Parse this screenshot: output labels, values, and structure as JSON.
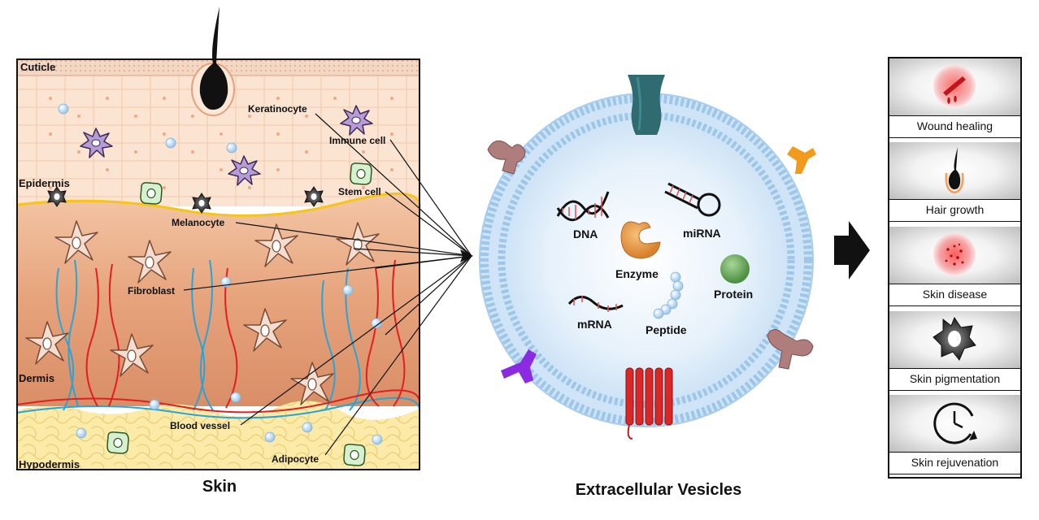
{
  "skin": {
    "caption": "Skin",
    "layers": {
      "cuticle": "Cuticle",
      "epidermis": "Epidermis",
      "dermis": "Dermis",
      "hypodermis": "Hypodermis"
    },
    "cells": {
      "keratinocyte": "Keratinocyte",
      "immune_cell": "Immune cell",
      "stem_cell": "Stem cell",
      "melanocyte": "Melanocyte",
      "fibroblast": "Fibroblast",
      "blood_vessel": "Blood vessel",
      "adipocyte": "Adipocyte"
    }
  },
  "vesicle": {
    "caption": "Extracellular Vesicles",
    "cargo": {
      "dna": "DNA",
      "mirna": "miRNA",
      "enzyme": "Enzyme",
      "protein": "Protein",
      "mrna": "mRNA",
      "peptide": "Peptide"
    }
  },
  "outcomes": [
    {
      "label": "Wound healing",
      "icon": "wound-icon"
    },
    {
      "label": "Hair growth",
      "icon": "hair-follicle-icon"
    },
    {
      "label": "Skin disease",
      "icon": "skin-disease-icon"
    },
    {
      "label": "Skin pigmentation",
      "icon": "melanocyte-icon"
    },
    {
      "label": "Skin rejuvenation",
      "icon": "clock-icon"
    }
  ],
  "colors": {
    "epidermis": "#fbe3cf",
    "dermis": "#e9a47a",
    "hypodermis": "#fbe9a6",
    "vessel_red": "#e02020",
    "vessel_blue": "#2aa3d6",
    "membrane": "#bfdcf2"
  }
}
